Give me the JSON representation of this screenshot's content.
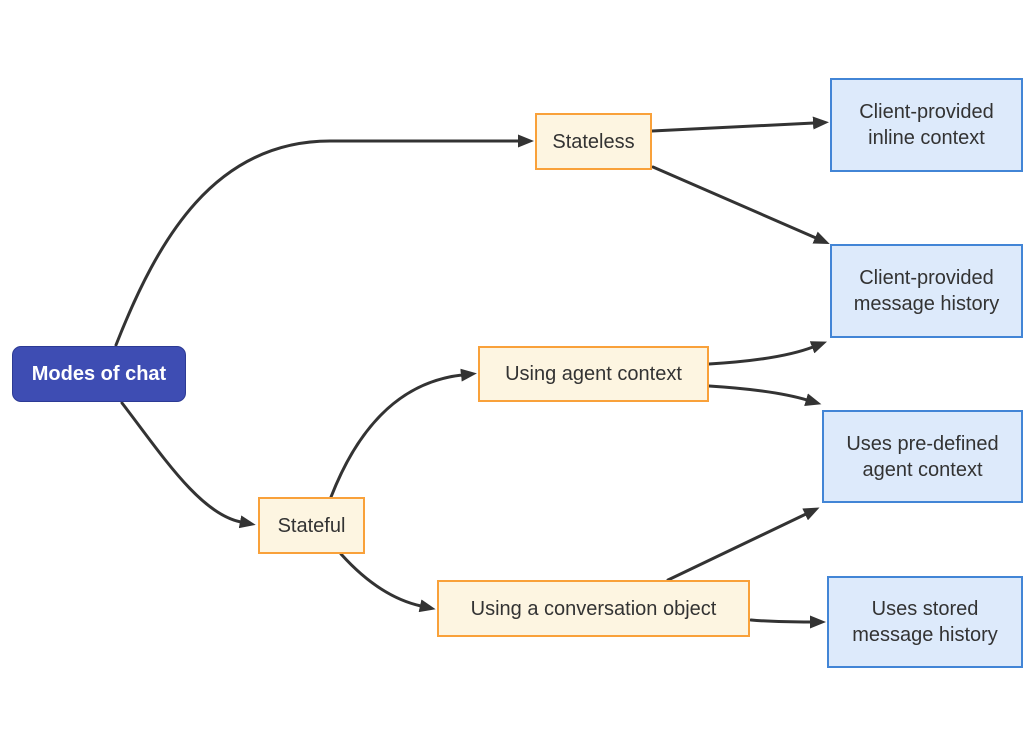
{
  "diagram": {
    "type": "flowchart",
    "direction": "left-to-right",
    "nodes": [
      {
        "id": "modes",
        "label": "Modes of chat",
        "role": "root"
      },
      {
        "id": "stateless",
        "label": "Stateless",
        "role": "branch"
      },
      {
        "id": "stateful",
        "label": "Stateful",
        "role": "branch"
      },
      {
        "id": "using-agent-context",
        "label": "Using agent context",
        "role": "branch"
      },
      {
        "id": "using-conversation-object",
        "label": "Using a conversation object",
        "role": "branch"
      },
      {
        "id": "client-inline-context",
        "label": "Client-provided inline context",
        "role": "leaf"
      },
      {
        "id": "client-message-history",
        "label": "Client-provided message history",
        "role": "leaf"
      },
      {
        "id": "predefined-agent-context",
        "label": "Uses pre-defined agent context",
        "role": "leaf"
      },
      {
        "id": "stored-message-history",
        "label": "Uses stored message history",
        "role": "leaf"
      }
    ],
    "edges": [
      {
        "from": "modes",
        "to": "stateless"
      },
      {
        "from": "modes",
        "to": "stateful"
      },
      {
        "from": "stateless",
        "to": "client-inline-context"
      },
      {
        "from": "stateless",
        "to": "client-message-history"
      },
      {
        "from": "stateful",
        "to": "using-agent-context"
      },
      {
        "from": "stateful",
        "to": "using-conversation-object"
      },
      {
        "from": "using-agent-context",
        "to": "client-message-history"
      },
      {
        "from": "using-agent-context",
        "to": "predefined-agent-context"
      },
      {
        "from": "using-conversation-object",
        "to": "predefined-agent-context"
      },
      {
        "from": "using-conversation-object",
        "to": "stored-message-history"
      }
    ],
    "colors": {
      "edge": "#333333",
      "root_fill": "#3e4db3",
      "root_border": "#2c3a94",
      "root_text": "#ffffff",
      "branch_fill": "#fdf5e1",
      "branch_border": "#f9a13a",
      "leaf_fill": "#ddeafb",
      "leaf_border": "#4285d6",
      "node_text": "#333333",
      "background": "#ffffff"
    }
  }
}
